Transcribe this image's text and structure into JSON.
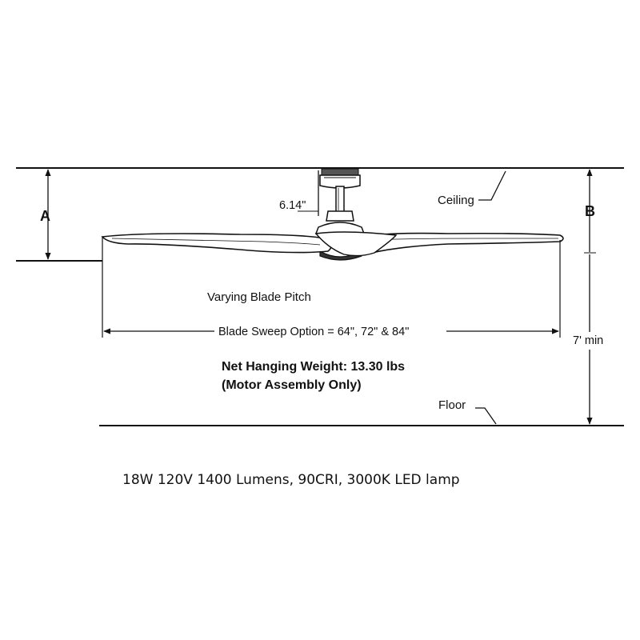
{
  "labels": {
    "ceiling": "Ceiling",
    "floor": "Floor",
    "dim_a": "A",
    "dim_b": "B",
    "downrod": "6.14\"",
    "pitch": "Varying Blade Pitch",
    "sweep": "Blade Sweep Option = 64\", 72\" & 84\"",
    "min_height": "7' min",
    "weight_line1": "Net Hanging Weight: 13.30 lbs",
    "weight_line2": "(Motor Assembly Only)"
  },
  "caption": "18W 120V 1400 Lumens, 90CRI, 3000K LED lamp"
}
